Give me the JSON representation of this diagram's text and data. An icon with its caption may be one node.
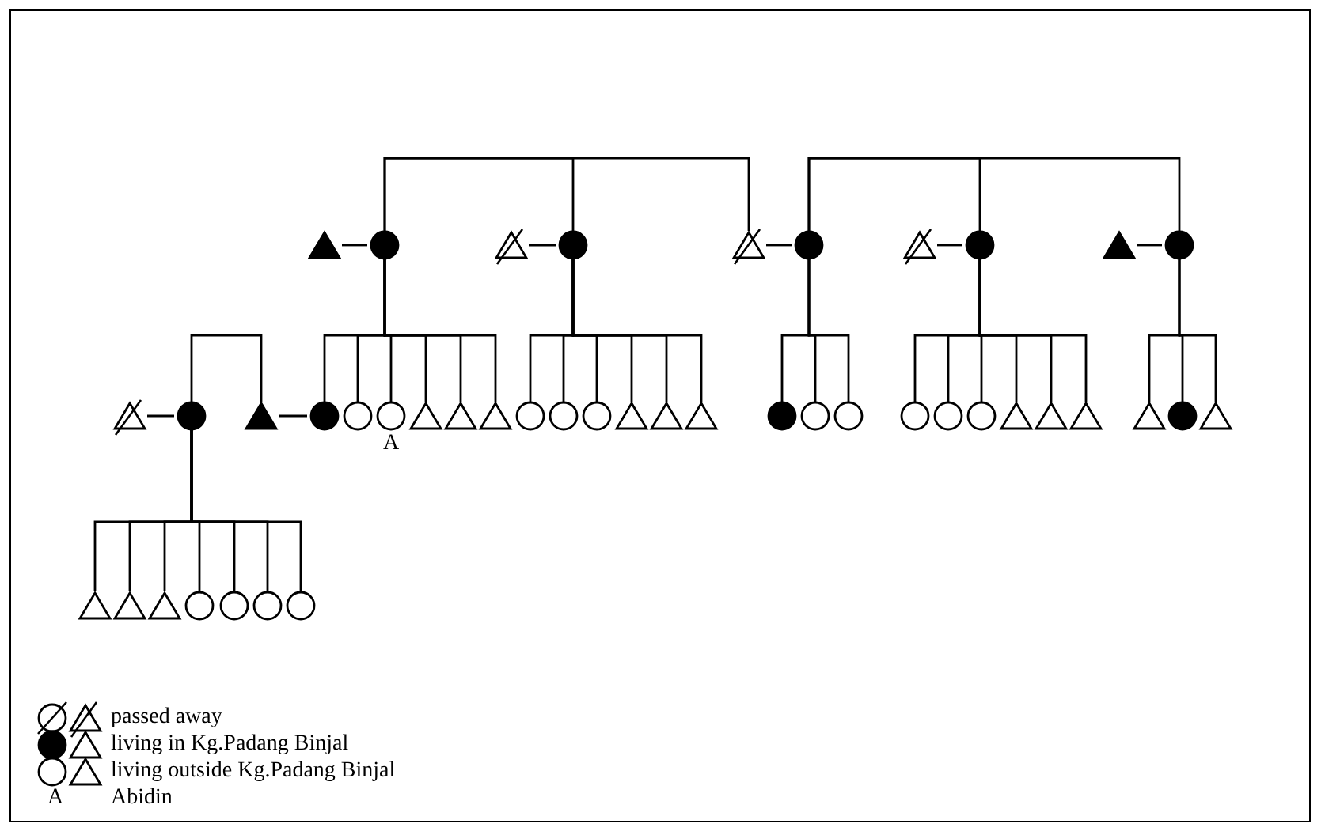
{
  "diagram": {
    "nodes": [
      {
        "text": [],
        "shape": "triangle"
      },
      {
        "text": [],
        "shape": "circle"
      },
      {
        "text": [],
        "shape": "triangle"
      },
      {
        "text": [],
        "shape": "circle"
      },
      {
        "text": [],
        "shape": "triangle"
      },
      {
        "text": [],
        "shape": "circle"
      },
      {
        "text": [],
        "shape": "triangle"
      },
      {
        "text": [],
        "shape": "circle"
      },
      {
        "text": [],
        "shape": "triangle"
      },
      {
        "text": [],
        "shape": "circle"
      },
      {
        "text": [],
        "shape": "triangle"
      },
      {
        "text": [],
        "shape": "circle"
      },
      {
        "text": [],
        "shape": "triangle"
      },
      {
        "text": [],
        "shape": "circle"
      },
      {
        "text": [],
        "shape": "circle"
      },
      {
        "text": [],
        "shape": "circle",
        "beside": [
          "A"
        ]
      },
      {
        "text": [],
        "shape": "triangle"
      },
      {
        "text": [],
        "shape": "triangle"
      },
      {
        "text": [],
        "shape": "triangle"
      },
      {
        "text": [],
        "shape": "circle"
      },
      {
        "text": [],
        "shape": "circle"
      },
      {
        "text": [],
        "shape": "circle"
      },
      {
        "text": [],
        "shape": "triangle"
      },
      {
        "text": [],
        "shape": "triangle"
      },
      {
        "text": [],
        "shape": "triangle"
      },
      {
        "text": [],
        "shape": "circle"
      },
      {
        "text": [],
        "shape": "circle"
      },
      {
        "text": [],
        "shape": "circle"
      },
      {
        "text": [],
        "shape": "circle"
      },
      {
        "text": [],
        "shape": "circle"
      },
      {
        "text": [],
        "shape": "circle"
      },
      {
        "text": [],
        "shape": "triangle"
      },
      {
        "text": [],
        "shape": "triangle"
      },
      {
        "text": [],
        "shape": "triangle"
      },
      {
        "text": [],
        "shape": "triangle"
      },
      {
        "text": [],
        "shape": "circle"
      },
      {
        "text": [],
        "shape": "triangle"
      },
      {
        "text": [],
        "shape": "triangle"
      },
      {
        "text": [],
        "shape": "triangle"
      },
      {
        "text": [],
        "shape": "triangle"
      },
      {
        "text": [],
        "shape": "circle"
      },
      {
        "text": [],
        "shape": "circle"
      },
      {
        "text": [],
        "shape": "circle"
      },
      {
        "text": [],
        "shape": "circle"
      }
    ],
    "edges": [
      {
        "from": 0,
        "to": 1,
        "arrow": "none"
      },
      {
        "from": 2,
        "to": 3,
        "arrow": "none"
      },
      {
        "from": 4,
        "to": 5,
        "arrow": "none"
      },
      {
        "from": 6,
        "to": 7,
        "arrow": "none"
      },
      {
        "from": 8,
        "to": 9,
        "arrow": "none"
      },
      {
        "from": 10,
        "to": 11,
        "arrow": "none"
      },
      {
        "from": 12,
        "to": 13,
        "arrow": "none"
      },
      {
        "from": 1,
        "to": 3,
        "arrow": "none"
      },
      {
        "from": 1,
        "to": 4,
        "arrow": "none"
      },
      {
        "from": 5,
        "to": 7,
        "arrow": "none"
      },
      {
        "from": 5,
        "to": 9,
        "arrow": "none"
      },
      {
        "from": 11,
        "to": 12,
        "arrow": "none"
      },
      {
        "from": 1,
        "to": 13,
        "arrow": "none"
      },
      {
        "from": 1,
        "to": 14,
        "arrow": "none"
      },
      {
        "from": 1,
        "to": 15,
        "arrow": "none"
      },
      {
        "from": 1,
        "to": 16,
        "arrow": "none"
      },
      {
        "from": 1,
        "to": 17,
        "arrow": "none"
      },
      {
        "from": 1,
        "to": 18,
        "arrow": "none"
      },
      {
        "from": 3,
        "to": 19,
        "arrow": "none"
      },
      {
        "from": 3,
        "to": 20,
        "arrow": "none"
      },
      {
        "from": 3,
        "to": 21,
        "arrow": "none"
      },
      {
        "from": 3,
        "to": 22,
        "arrow": "none"
      },
      {
        "from": 3,
        "to": 23,
        "arrow": "none"
      },
      {
        "from": 3,
        "to": 24,
        "arrow": "none"
      },
      {
        "from": 5,
        "to": 25,
        "arrow": "none"
      },
      {
        "from": 5,
        "to": 26,
        "arrow": "none"
      },
      {
        "from": 5,
        "to": 27,
        "arrow": "none"
      },
      {
        "from": 7,
        "to": 28,
        "arrow": "none"
      },
      {
        "from": 7,
        "to": 29,
        "arrow": "none"
      },
      {
        "from": 7,
        "to": 30,
        "arrow": "none"
      },
      {
        "from": 7,
        "to": 31,
        "arrow": "none"
      },
      {
        "from": 7,
        "to": 32,
        "arrow": "none"
      },
      {
        "from": 7,
        "to": 33,
        "arrow": "none"
      },
      {
        "from": 9,
        "to": 34,
        "arrow": "none"
      },
      {
        "from": 9,
        "to": 35,
        "arrow": "none"
      },
      {
        "from": 9,
        "to": 36,
        "arrow": "none"
      },
      {
        "from": 11,
        "to": 37,
        "arrow": "none"
      },
      {
        "from": 11,
        "to": 38,
        "arrow": "none"
      },
      {
        "from": 11,
        "to": 39,
        "arrow": "none"
      },
      {
        "from": 11,
        "to": 40,
        "arrow": "none"
      },
      {
        "from": 11,
        "to": 41,
        "arrow": "none"
      },
      {
        "from": 11,
        "to": 42,
        "arrow": "none"
      },
      {
        "from": 11,
        "to": 43,
        "arrow": "none"
      }
    ],
    "labels": [
      "A"
    ],
    "legend": [
      {
        "text": "passed away"
      },
      {
        "text": "living in Kg.Padang Binjal"
      },
      {
        "text": "living outside Kg.Padang Binjal"
      },
      {
        "text": "Abidin"
      }
    ]
  }
}
